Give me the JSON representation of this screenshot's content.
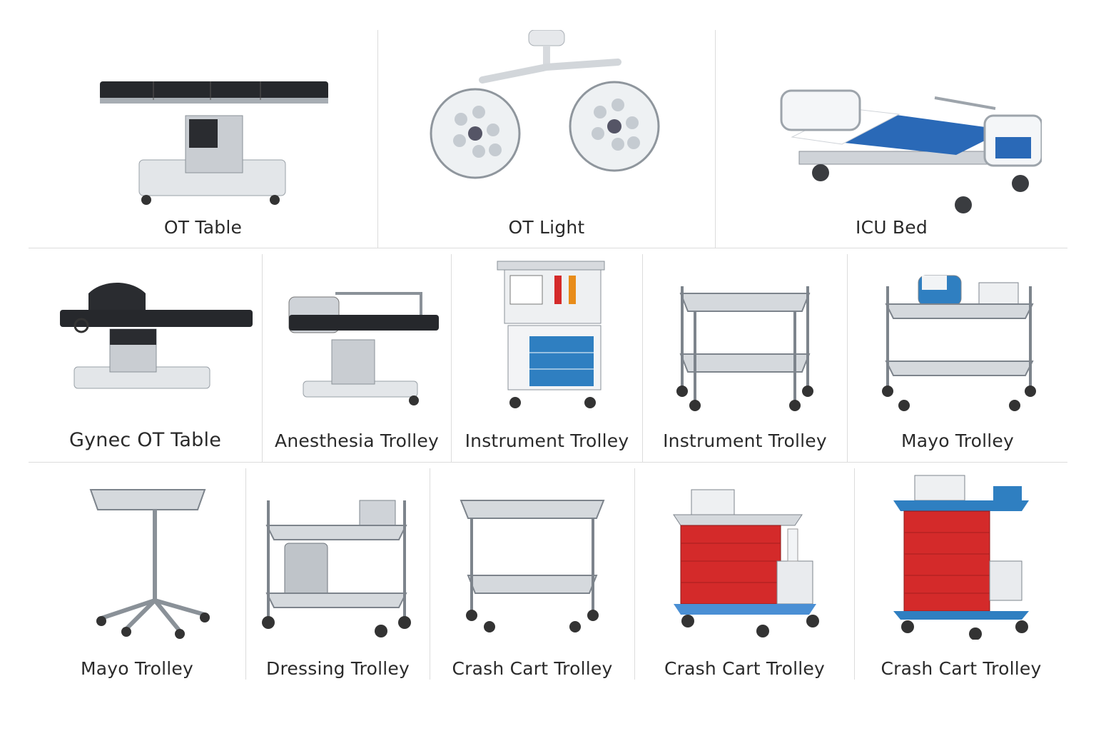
{
  "colors": {
    "steel": "#b9bec4",
    "steel_dark": "#7d848c",
    "pad": "#222428",
    "blue": "#2f7fc1",
    "red": "#d42a2a",
    "base": "#e9ebee"
  },
  "rows": [
    {
      "items": [
        {
          "label": "OT Table",
          "icon": "ot-table-icon"
        },
        {
          "label": "OT Light",
          "icon": "ot-light-icon"
        },
        {
          "label": "ICU Bed",
          "icon": "icu-bed-icon"
        }
      ]
    },
    {
      "items": [
        {
          "label": "Gynec OT Table",
          "icon": "gynec-ot-table-icon"
        },
        {
          "label": "Anesthesia Trolley",
          "icon": "anesthesia-trolley-icon"
        },
        {
          "label": "Instrument Trolley",
          "icon": "anesthesia-workstation-icon"
        },
        {
          "label": "Instrument Trolley",
          "icon": "instrument-trolley-icon"
        },
        {
          "label": "Mayo Trolley",
          "icon": "trolley-with-equipment-icon"
        }
      ]
    },
    {
      "items": [
        {
          "label": "Mayo Trolley",
          "icon": "mayo-stand-icon"
        },
        {
          "label": "Dressing Trolley",
          "icon": "dressing-trolley-icon"
        },
        {
          "label": "Crash Cart Trolley",
          "icon": "steel-trolley-icon"
        },
        {
          "label": "Crash Cart Trolley",
          "icon": "crash-cart-icon"
        },
        {
          "label": "Crash Cart Trolley",
          "icon": "crash-cart-blue-icon"
        }
      ]
    }
  ]
}
